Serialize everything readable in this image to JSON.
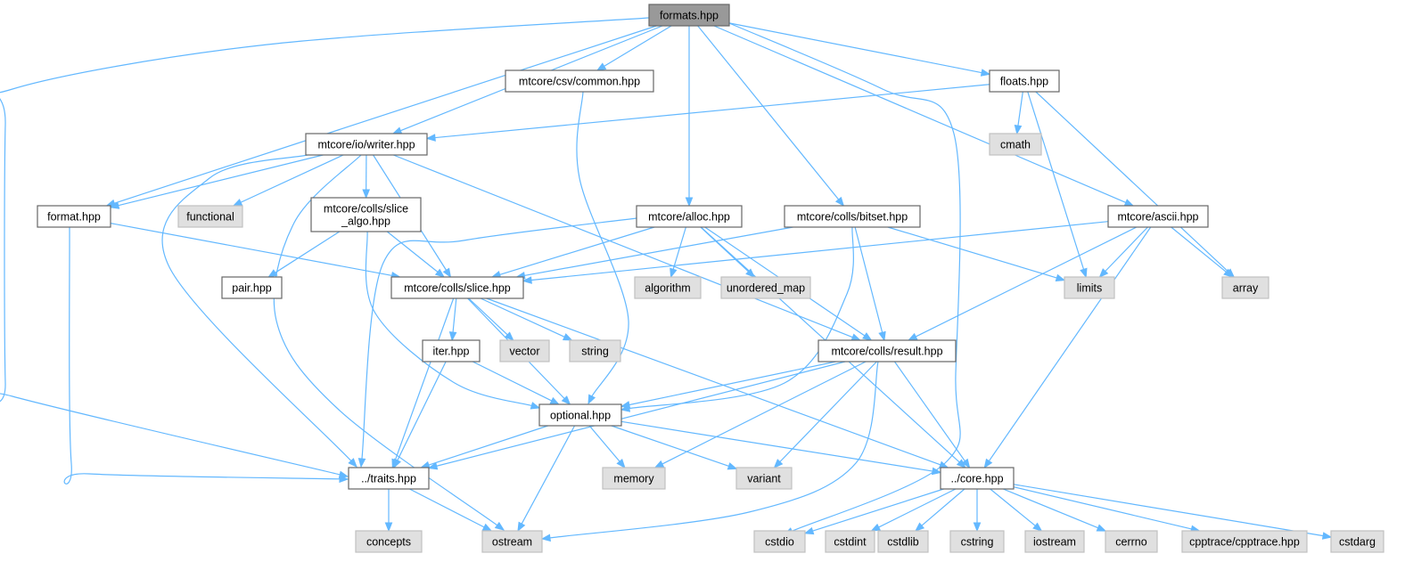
{
  "graph": {
    "title": "",
    "colors": {
      "edge": "#63b8ff",
      "root_fill": "#999999",
      "local_fill": "#ffffff",
      "system_fill": "#e0e0e0"
    },
    "nodes": [
      {
        "id": "formats",
        "label": "formats.hpp",
        "kind": "root"
      },
      {
        "id": "csvcommon",
        "label": "mtcore/csv/common.hpp",
        "kind": "local"
      },
      {
        "id": "floats",
        "label": "floats.hpp",
        "kind": "local"
      },
      {
        "id": "writer",
        "label": "mtcore/io/writer.hpp",
        "kind": "local"
      },
      {
        "id": "cmath",
        "label": "cmath",
        "kind": "system"
      },
      {
        "id": "format",
        "label": "format.hpp",
        "kind": "local"
      },
      {
        "id": "functional",
        "label": "functional",
        "kind": "system"
      },
      {
        "id": "slicealgo",
        "label": [
          "mtcore/colls/slice",
          "_algo.hpp"
        ],
        "kind": "local"
      },
      {
        "id": "alloc",
        "label": "mtcore/alloc.hpp",
        "kind": "local"
      },
      {
        "id": "bitset",
        "label": "mtcore/colls/bitset.hpp",
        "kind": "local"
      },
      {
        "id": "ascii",
        "label": "mtcore/ascii.hpp",
        "kind": "local"
      },
      {
        "id": "pair",
        "label": "pair.hpp",
        "kind": "local"
      },
      {
        "id": "slice",
        "label": "mtcore/colls/slice.hpp",
        "kind": "local"
      },
      {
        "id": "algorithm",
        "label": "algorithm",
        "kind": "system"
      },
      {
        "id": "unordered_map",
        "label": "unordered_map",
        "kind": "system"
      },
      {
        "id": "limits",
        "label": "limits",
        "kind": "system"
      },
      {
        "id": "array",
        "label": "array",
        "kind": "system"
      },
      {
        "id": "iter",
        "label": "iter.hpp",
        "kind": "local"
      },
      {
        "id": "vector",
        "label": "vector",
        "kind": "system"
      },
      {
        "id": "string",
        "label": "string",
        "kind": "system"
      },
      {
        "id": "result",
        "label": "mtcore/colls/result.hpp",
        "kind": "local"
      },
      {
        "id": "optional",
        "label": "optional.hpp",
        "kind": "local"
      },
      {
        "id": "traits",
        "label": "../traits.hpp",
        "kind": "local"
      },
      {
        "id": "memory",
        "label": "memory",
        "kind": "system"
      },
      {
        "id": "variant",
        "label": "variant",
        "kind": "system"
      },
      {
        "id": "core",
        "label": "../core.hpp",
        "kind": "local"
      },
      {
        "id": "concepts",
        "label": "concepts",
        "kind": "system"
      },
      {
        "id": "ostream",
        "label": "ostream",
        "kind": "system"
      },
      {
        "id": "cstdio",
        "label": "cstdio",
        "kind": "system"
      },
      {
        "id": "cstdint",
        "label": "cstdint",
        "kind": "system"
      },
      {
        "id": "cstdlib",
        "label": "cstdlib",
        "kind": "system"
      },
      {
        "id": "cstring",
        "label": "cstring",
        "kind": "system"
      },
      {
        "id": "iostream",
        "label": "iostream",
        "kind": "system"
      },
      {
        "id": "cerrno",
        "label": "cerrno",
        "kind": "system"
      },
      {
        "id": "cpptrace",
        "label": "cpptrace/cpptrace.hpp",
        "kind": "system"
      },
      {
        "id": "cstdarg",
        "label": "cstdarg",
        "kind": "system"
      }
    ],
    "edges": [
      [
        "formats",
        "csvcommon"
      ],
      [
        "formats",
        "floats"
      ],
      [
        "formats",
        "writer"
      ],
      [
        "formats",
        "format"
      ],
      [
        "formats",
        "traits"
      ],
      [
        "formats",
        "alloc"
      ],
      [
        "formats",
        "bitset"
      ],
      [
        "formats",
        "ascii"
      ],
      [
        "formats",
        "cstdio"
      ],
      [
        "csvcommon",
        "optional"
      ],
      [
        "floats",
        "writer"
      ],
      [
        "floats",
        "cmath"
      ],
      [
        "floats",
        "limits"
      ],
      [
        "floats",
        "array"
      ],
      [
        "writer",
        "format"
      ],
      [
        "writer",
        "functional"
      ],
      [
        "writer",
        "slicealgo"
      ],
      [
        "writer",
        "slice"
      ],
      [
        "writer",
        "result"
      ],
      [
        "writer",
        "traits"
      ],
      [
        "writer",
        "ostream"
      ],
      [
        "format",
        "slice"
      ],
      [
        "format",
        "traits"
      ],
      [
        "slicealgo",
        "pair"
      ],
      [
        "slicealgo",
        "slice"
      ],
      [
        "slicealgo",
        "optional"
      ],
      [
        "alloc",
        "slice"
      ],
      [
        "alloc",
        "algorithm"
      ],
      [
        "alloc",
        "unordered_map"
      ],
      [
        "alloc",
        "result"
      ],
      [
        "alloc",
        "core"
      ],
      [
        "alloc",
        "traits"
      ],
      [
        "bitset",
        "slice"
      ],
      [
        "bitset",
        "limits"
      ],
      [
        "bitset",
        "result"
      ],
      [
        "bitset",
        "optional"
      ],
      [
        "ascii",
        "limits"
      ],
      [
        "ascii",
        "array"
      ],
      [
        "ascii",
        "result"
      ],
      [
        "ascii",
        "core"
      ],
      [
        "ascii",
        "slice"
      ],
      [
        "slice",
        "iter"
      ],
      [
        "slice",
        "vector"
      ],
      [
        "slice",
        "string"
      ],
      [
        "slice",
        "optional"
      ],
      [
        "slice",
        "traits"
      ],
      [
        "slice",
        "core"
      ],
      [
        "iter",
        "optional"
      ],
      [
        "iter",
        "traits"
      ],
      [
        "result",
        "optional"
      ],
      [
        "result",
        "traits"
      ],
      [
        "result",
        "memory"
      ],
      [
        "result",
        "variant"
      ],
      [
        "result",
        "core"
      ],
      [
        "result",
        "ostream"
      ],
      [
        "optional",
        "traits"
      ],
      [
        "optional",
        "memory"
      ],
      [
        "optional",
        "variant"
      ],
      [
        "optional",
        "core"
      ],
      [
        "optional",
        "ostream"
      ],
      [
        "traits",
        "concepts"
      ],
      [
        "traits",
        "ostream"
      ],
      [
        "core",
        "cstdio"
      ],
      [
        "core",
        "cstdint"
      ],
      [
        "core",
        "cstdlib"
      ],
      [
        "core",
        "cstring"
      ],
      [
        "core",
        "iostream"
      ],
      [
        "core",
        "cerrno"
      ],
      [
        "core",
        "cpptrace"
      ],
      [
        "core",
        "cstdarg"
      ]
    ]
  }
}
